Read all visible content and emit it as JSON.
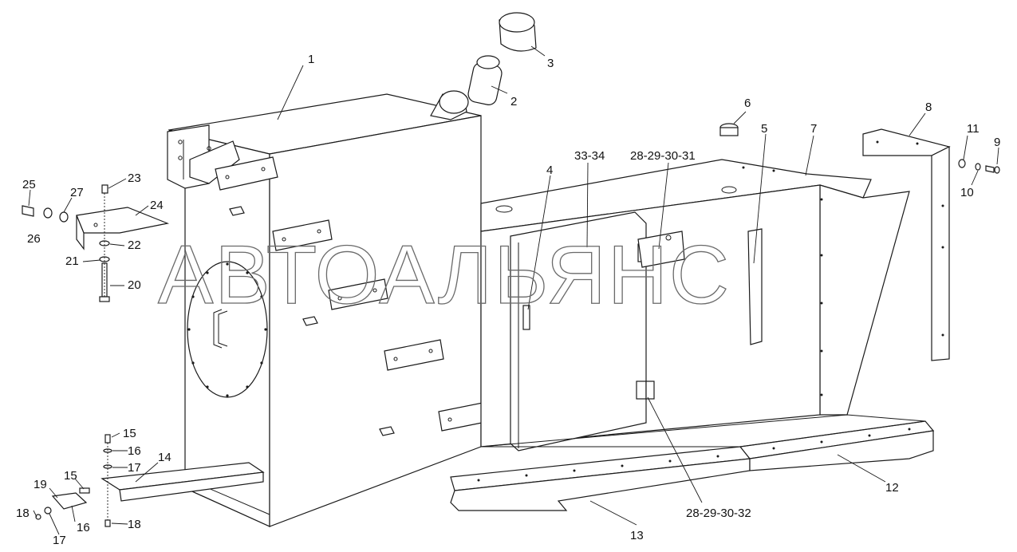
{
  "watermark": "АВТОАЛЬЯНС",
  "callouts": {
    "c1": "1",
    "c2": "2",
    "c3": "3",
    "c4": "4",
    "c5": "5",
    "c6": "6",
    "c7": "7",
    "c8": "8",
    "c9": "9",
    "c10": "10",
    "c11": "11",
    "c12": "12",
    "c13": "13",
    "c14": "14",
    "c15a": "15",
    "c15b": "15",
    "c16a": "16",
    "c16b": "16",
    "c17a": "17",
    "c17b": "17",
    "c18a": "18",
    "c18b": "18",
    "c19": "19",
    "c20": "20",
    "c21": "21",
    "c22": "22",
    "c23": "23",
    "c24": "24",
    "c25": "25",
    "c26": "26",
    "c27": "27",
    "c3334": "33-34",
    "c28_31": "28-29-30-31",
    "c28_32": "28-29-30-32"
  }
}
